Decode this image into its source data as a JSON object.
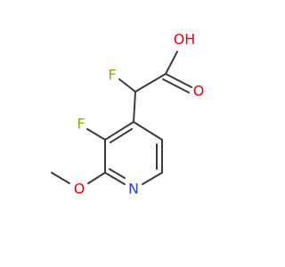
{
  "molecule": {
    "atoms": {
      "hydroxyl": {
        "text": "OH",
        "color": "#e8000b"
      },
      "carbonyl_oxygen": {
        "text": "O",
        "color": "#e8000b"
      },
      "alpha_fluorine": {
        "text": "F",
        "color": "#7fb300"
      },
      "ring_fluorine": {
        "text": "F",
        "color": "#7fb300"
      },
      "ring_nitrogen": {
        "text": "N",
        "color": "#1f3fff"
      },
      "methoxy_oxygen": {
        "text": "O",
        "color": "#e8000b"
      }
    },
    "bond_color": "#3b3b3b"
  }
}
